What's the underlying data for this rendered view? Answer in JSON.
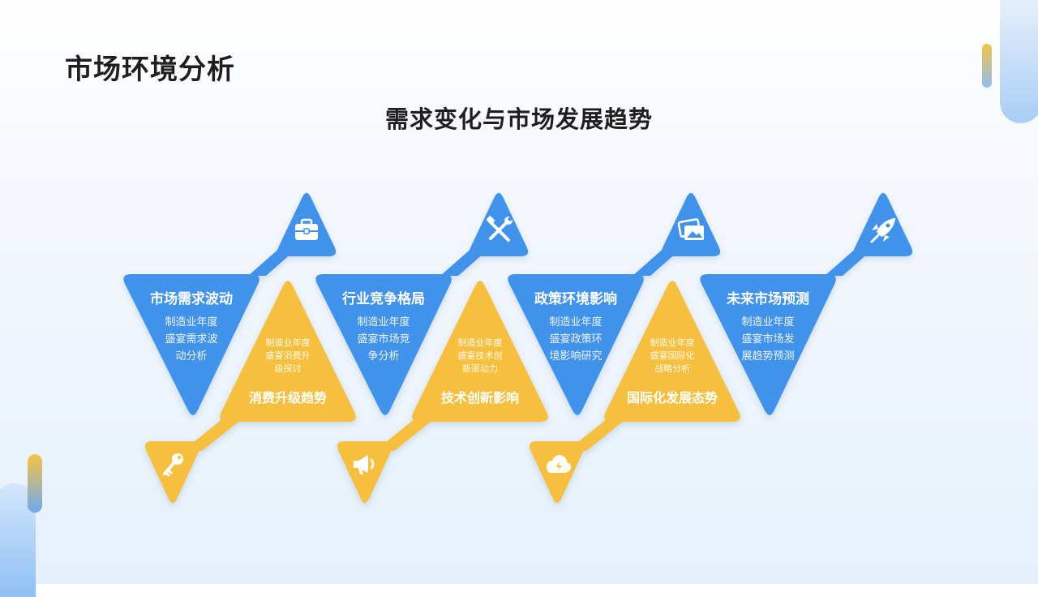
{
  "page": {
    "title": "市场环境分析",
    "subtitle": "需求变化与市场发展趋势"
  },
  "colors": {
    "blue": "#3f92ea",
    "yellow": "#f6bf3e",
    "text_dark": "#1f1f1f"
  },
  "blue_items": [
    {
      "title": "市场需求波动",
      "desc": [
        "制造业年度",
        "盛宴需求波",
        "动分析"
      ],
      "icon": "briefcase-icon"
    },
    {
      "title": "行业竞争格局",
      "desc": [
        "制造业年度",
        "盛宴市场竞",
        "争分析"
      ],
      "icon": "tools-icon"
    },
    {
      "title": "政策环境影响",
      "desc": [
        "制造业年度",
        "盛宴政策环",
        "境影响研究"
      ],
      "icon": "pictures-icon"
    },
    {
      "title": "未来市场预测",
      "desc": [
        "制造业年度",
        "盛宴市场发",
        "展趋势预测"
      ],
      "icon": "rocket-icon"
    }
  ],
  "yellow_items": [
    {
      "title": "消费升级趋势",
      "desc": [
        "制造业年度",
        "盛宴消费升",
        "级探讨"
      ],
      "icon": "key-icon"
    },
    {
      "title": "技术创新影响",
      "desc": [
        "制造业年度",
        "盛宴技术创",
        "新驱动力"
      ],
      "icon": "megaphone-icon"
    },
    {
      "title": "国际化发展态势",
      "desc": [
        "制造业年度",
        "盛宴国际化",
        "战略分析"
      ],
      "icon": "cloud-icon"
    }
  ]
}
